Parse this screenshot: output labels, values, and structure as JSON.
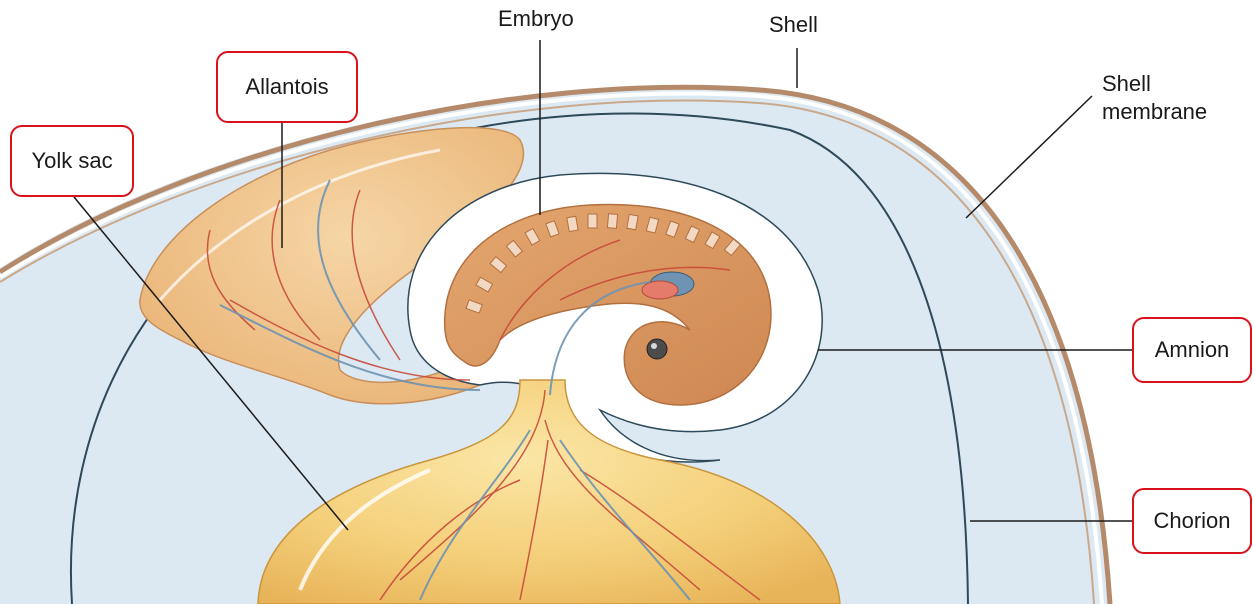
{
  "diagram": {
    "labels": {
      "yolk_sac": "Yolk sac",
      "allantois": "Allantois",
      "embryo": "Embryo",
      "shell": "Shell",
      "shell_membrane_line1": "Shell",
      "shell_membrane_line2": "membrane",
      "amnion": "Amnion",
      "chorion": "Chorion"
    },
    "colors": {
      "label_box_border": "#d8121b",
      "shell": "#b58a6a",
      "albumen": "#dbe9f3",
      "chorion_line": "#2e4a5a",
      "amnion_space": "#ffffff",
      "embryo_tissue": "#d9965f",
      "yolk": "#f4cf79",
      "allantois": "#efc184",
      "artery": "#c84a3a",
      "vein": "#6f94b3"
    }
  }
}
